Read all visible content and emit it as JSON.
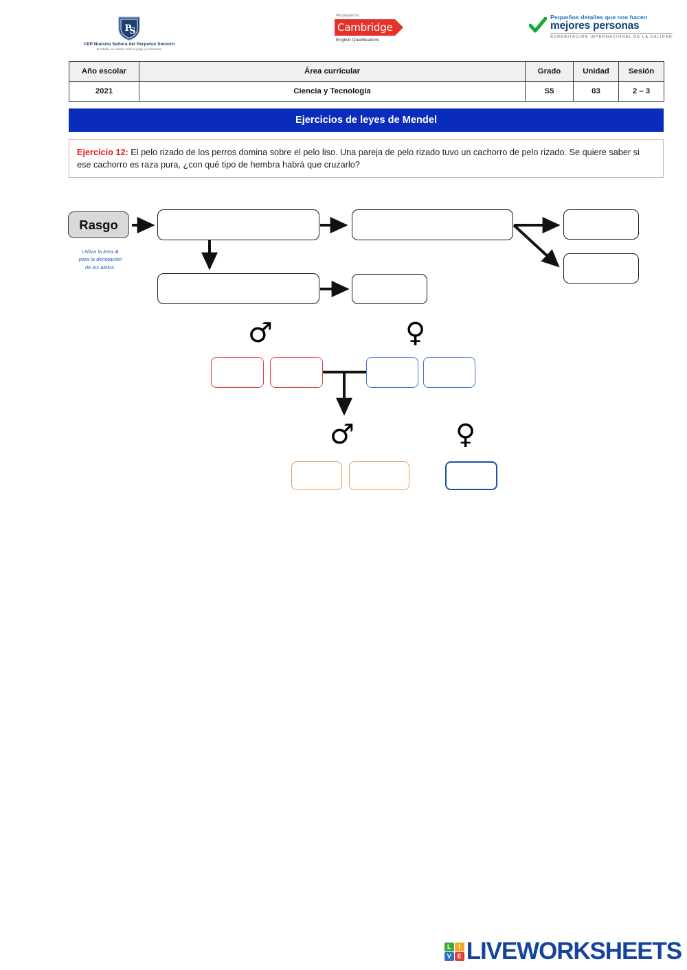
{
  "header": {
    "school_logo": {
      "name": "CEP Nuestra Señora del Perpetuo Socorro",
      "monogram": "PS",
      "motto": "El estudio, sin valores como el juego y el descanso"
    },
    "cambridge_logo": {
      "pre": "We prepare for",
      "brand": "Cambridge",
      "sub": "English Qualifications"
    },
    "accreditation_logo": {
      "line1": "Pequeños detalles que nos hacen",
      "line2": "mejores personas",
      "line3": "ACREDITACIÓN INTERNACIONAL DE LA CALIDAD"
    }
  },
  "info_table": {
    "headers": [
      "Año escolar",
      "Área curricular",
      "Grado",
      "Unidad",
      "Sesión"
    ],
    "values": [
      "2021",
      "Ciencia y Tecnología",
      "S5",
      "03",
      "2 – 3"
    ]
  },
  "title_bar": {
    "text": "Ejercicios de leyes de Mendel",
    "color": "#0a2cbd"
  },
  "exercise": {
    "label": "Ejercicio 12:",
    "label_color": "#e01b1b",
    "text": " El pelo rizado de los perros domina sobre el pelo liso. Una pareja de pelo rizado tuvo un cachorro de pelo rizado. Se quiere saber si ese cachorro es raza pura, ¿con qué tipo de hembra habrá que cruzarlo?"
  },
  "diagram": {
    "rasgo_label": "Rasgo",
    "hint_line1": "Utiliza la letra ",
    "hint_bold": "A",
    "hint_line2": "para la denotación",
    "hint_line3": "de los alelos.",
    "flow_boxes": [
      {
        "name": "flow-box-1",
        "value": ""
      },
      {
        "name": "flow-box-2",
        "value": ""
      },
      {
        "name": "flow-box-3",
        "value": ""
      },
      {
        "name": "flow-box-4",
        "value": ""
      },
      {
        "name": "flow-box-5",
        "value": ""
      },
      {
        "name": "flow-box-6",
        "value": ""
      }
    ],
    "parents": {
      "male_symbol": "♂",
      "female_symbol": "♀",
      "male_boxes": [
        {
          "name": "father-allele-1",
          "value": "",
          "color": "#e03c3c"
        },
        {
          "name": "father-allele-2",
          "value": "",
          "color": "#e03c3c"
        }
      ],
      "female_boxes": [
        {
          "name": "mother-allele-1",
          "value": "",
          "color": "#3f72d4"
        },
        {
          "name": "mother-allele-2",
          "value": "",
          "color": "#3f72d4"
        }
      ]
    },
    "offspring": {
      "male_symbol": "♂",
      "female_symbol": "♀",
      "male_boxes": [
        {
          "name": "offspring-allele-1",
          "value": "",
          "color": "#e09a5e"
        },
        {
          "name": "offspring-allele-2",
          "value": "",
          "color": "#e09a5e"
        }
      ],
      "female_boxes": [
        {
          "name": "offspring-female-allele",
          "value": "",
          "color": "#1d4fa5"
        }
      ]
    }
  },
  "footer": {
    "brand": "LIVEWORKSHEETS",
    "tiles": [
      "L",
      "I",
      "V",
      "E"
    ]
  }
}
